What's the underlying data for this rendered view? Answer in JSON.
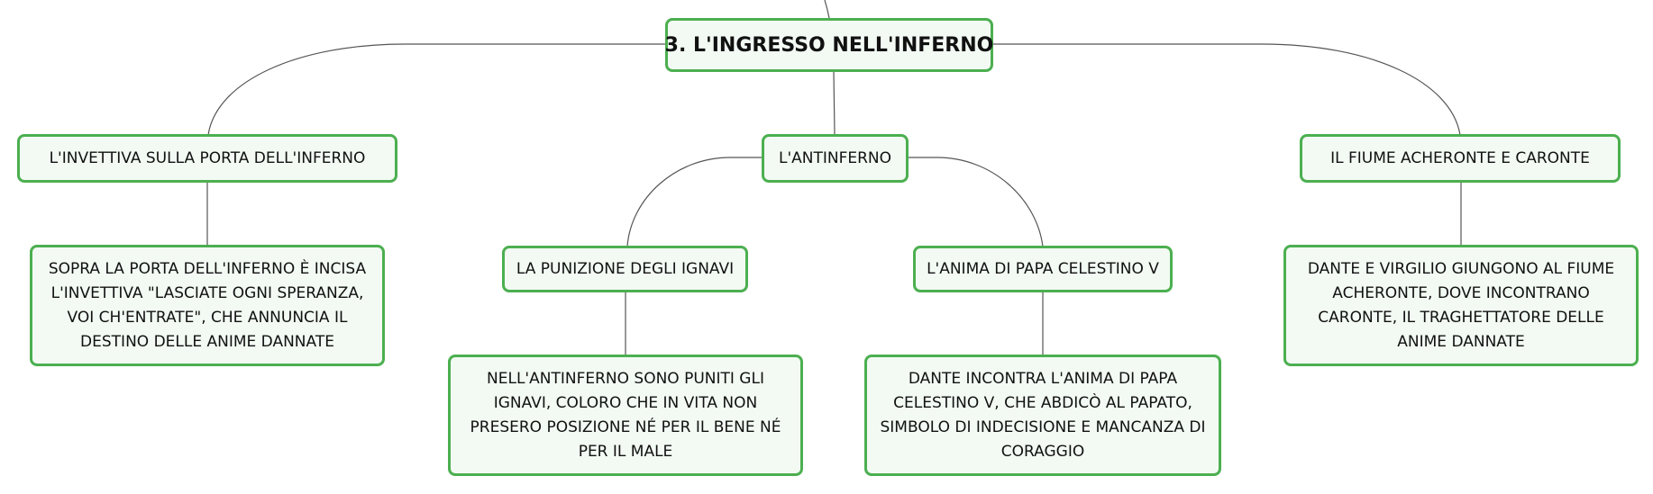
{
  "diagram": {
    "root": {
      "label": "3. L'INGRESSO NELL'INFERNO"
    },
    "branches": {
      "invettiva": {
        "label": "L'INVETTIVA SULLA PORTA DELL'INFERNO",
        "detail": "SOPRA LA PORTA DELL'INFERNO È INCISA L'INVETTIVA \"LASCIATE OGNI SPERANZA, VOI CH'ENTRATE\", CHE ANNUNCIA IL DESTINO DELLE ANIME DANNATE"
      },
      "antinferno": {
        "label": "L'ANTINFERNO",
        "children": {
          "ignavi": {
            "label": "LA PUNIZIONE DEGLI IGNAVI",
            "detail": "NELL'ANTINFERNO SONO PUNITI GLI IGNAVI, COLORO CHE IN VITA NON PRESERO POSIZIONE NÉ PER IL BENE NÉ PER IL MALE"
          },
          "celestino": {
            "label": "L'ANIMA DI PAPA CELESTINO V",
            "detail": "DANTE INCONTRA L'ANIMA DI PAPA CELESTINO V, CHE ABDICÒ AL PAPATO, SIMBOLO DI INDECISIONE E MANCANZA DI CORAGGIO"
          }
        }
      },
      "acheronte": {
        "label": "IL FIUME ACHERONTE E CARONTE",
        "detail": "DANTE E VIRGILIO GIUNGONO AL FIUME ACHERONTE, DOVE INCONTRANO CARONTE, IL TRAGHETTATORE DELLE ANIME DANNATE"
      }
    }
  },
  "colors": {
    "node_border": "#4caf50",
    "node_fill": "#f2faf3",
    "connector": "#555555"
  }
}
